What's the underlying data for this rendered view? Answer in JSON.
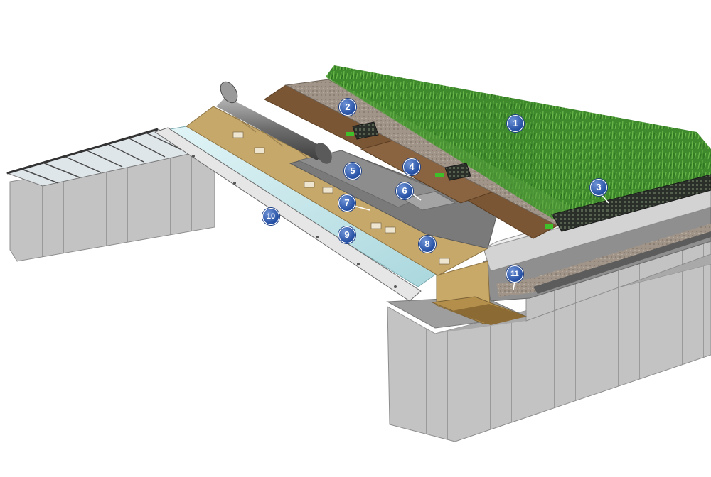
{
  "callouts": [
    {
      "id": "c1",
      "label": "1"
    },
    {
      "id": "c2",
      "label": "2"
    },
    {
      "id": "c3",
      "label": "3"
    },
    {
      "id": "c4",
      "label": "4"
    },
    {
      "id": "c5",
      "label": "5"
    },
    {
      "id": "c6",
      "label": "6"
    },
    {
      "id": "c7",
      "label": "7"
    },
    {
      "id": "c8",
      "label": "8"
    },
    {
      "id": "c9",
      "label": "9"
    },
    {
      "id": "c10",
      "label": "10"
    },
    {
      "id": "c11",
      "label": "11"
    }
  ],
  "colors": {
    "grass": "#3f8f2e",
    "soil": "#7a5a3a",
    "gravel": "#9a8f84",
    "insulation": "#c9ab73",
    "membrane": "#7d7d7d",
    "glass": "#bfe5ea",
    "concrete": "#bdbdbd",
    "callout": "#2a57b0"
  }
}
